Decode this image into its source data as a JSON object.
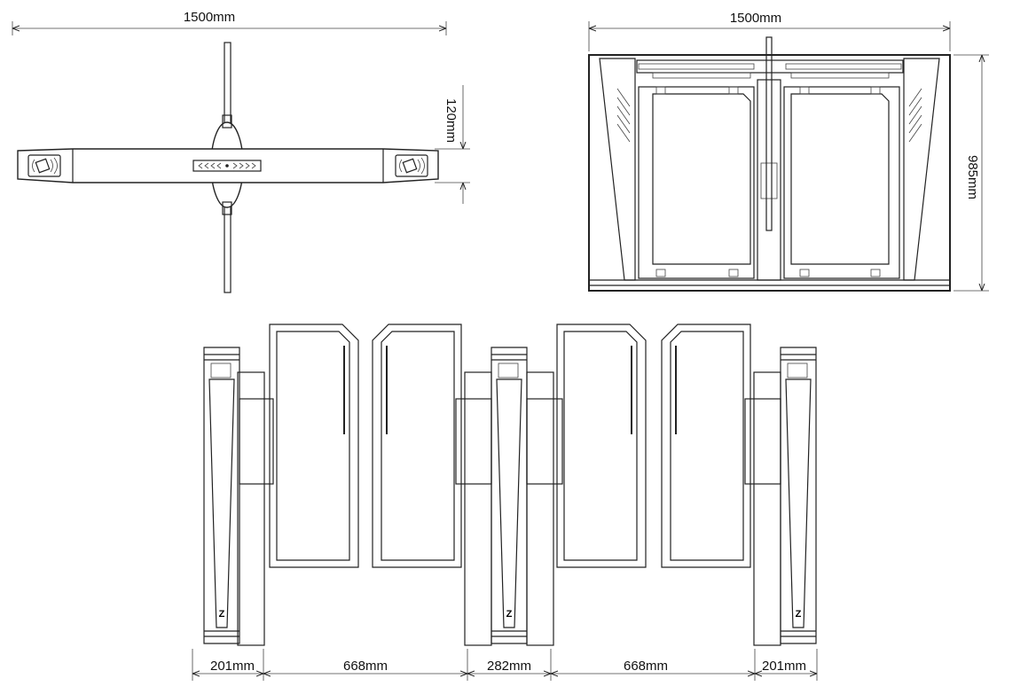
{
  "top_view": {
    "width_label": "1500mm",
    "depth_label": "120mm"
  },
  "front_view": {
    "width_label": "1500mm",
    "height_label": "985mm"
  },
  "lane_view": {
    "dims": [
      "201mm",
      "668mm",
      "282mm",
      "668mm",
      "201mm"
    ],
    "logo_glyph": "Z"
  }
}
